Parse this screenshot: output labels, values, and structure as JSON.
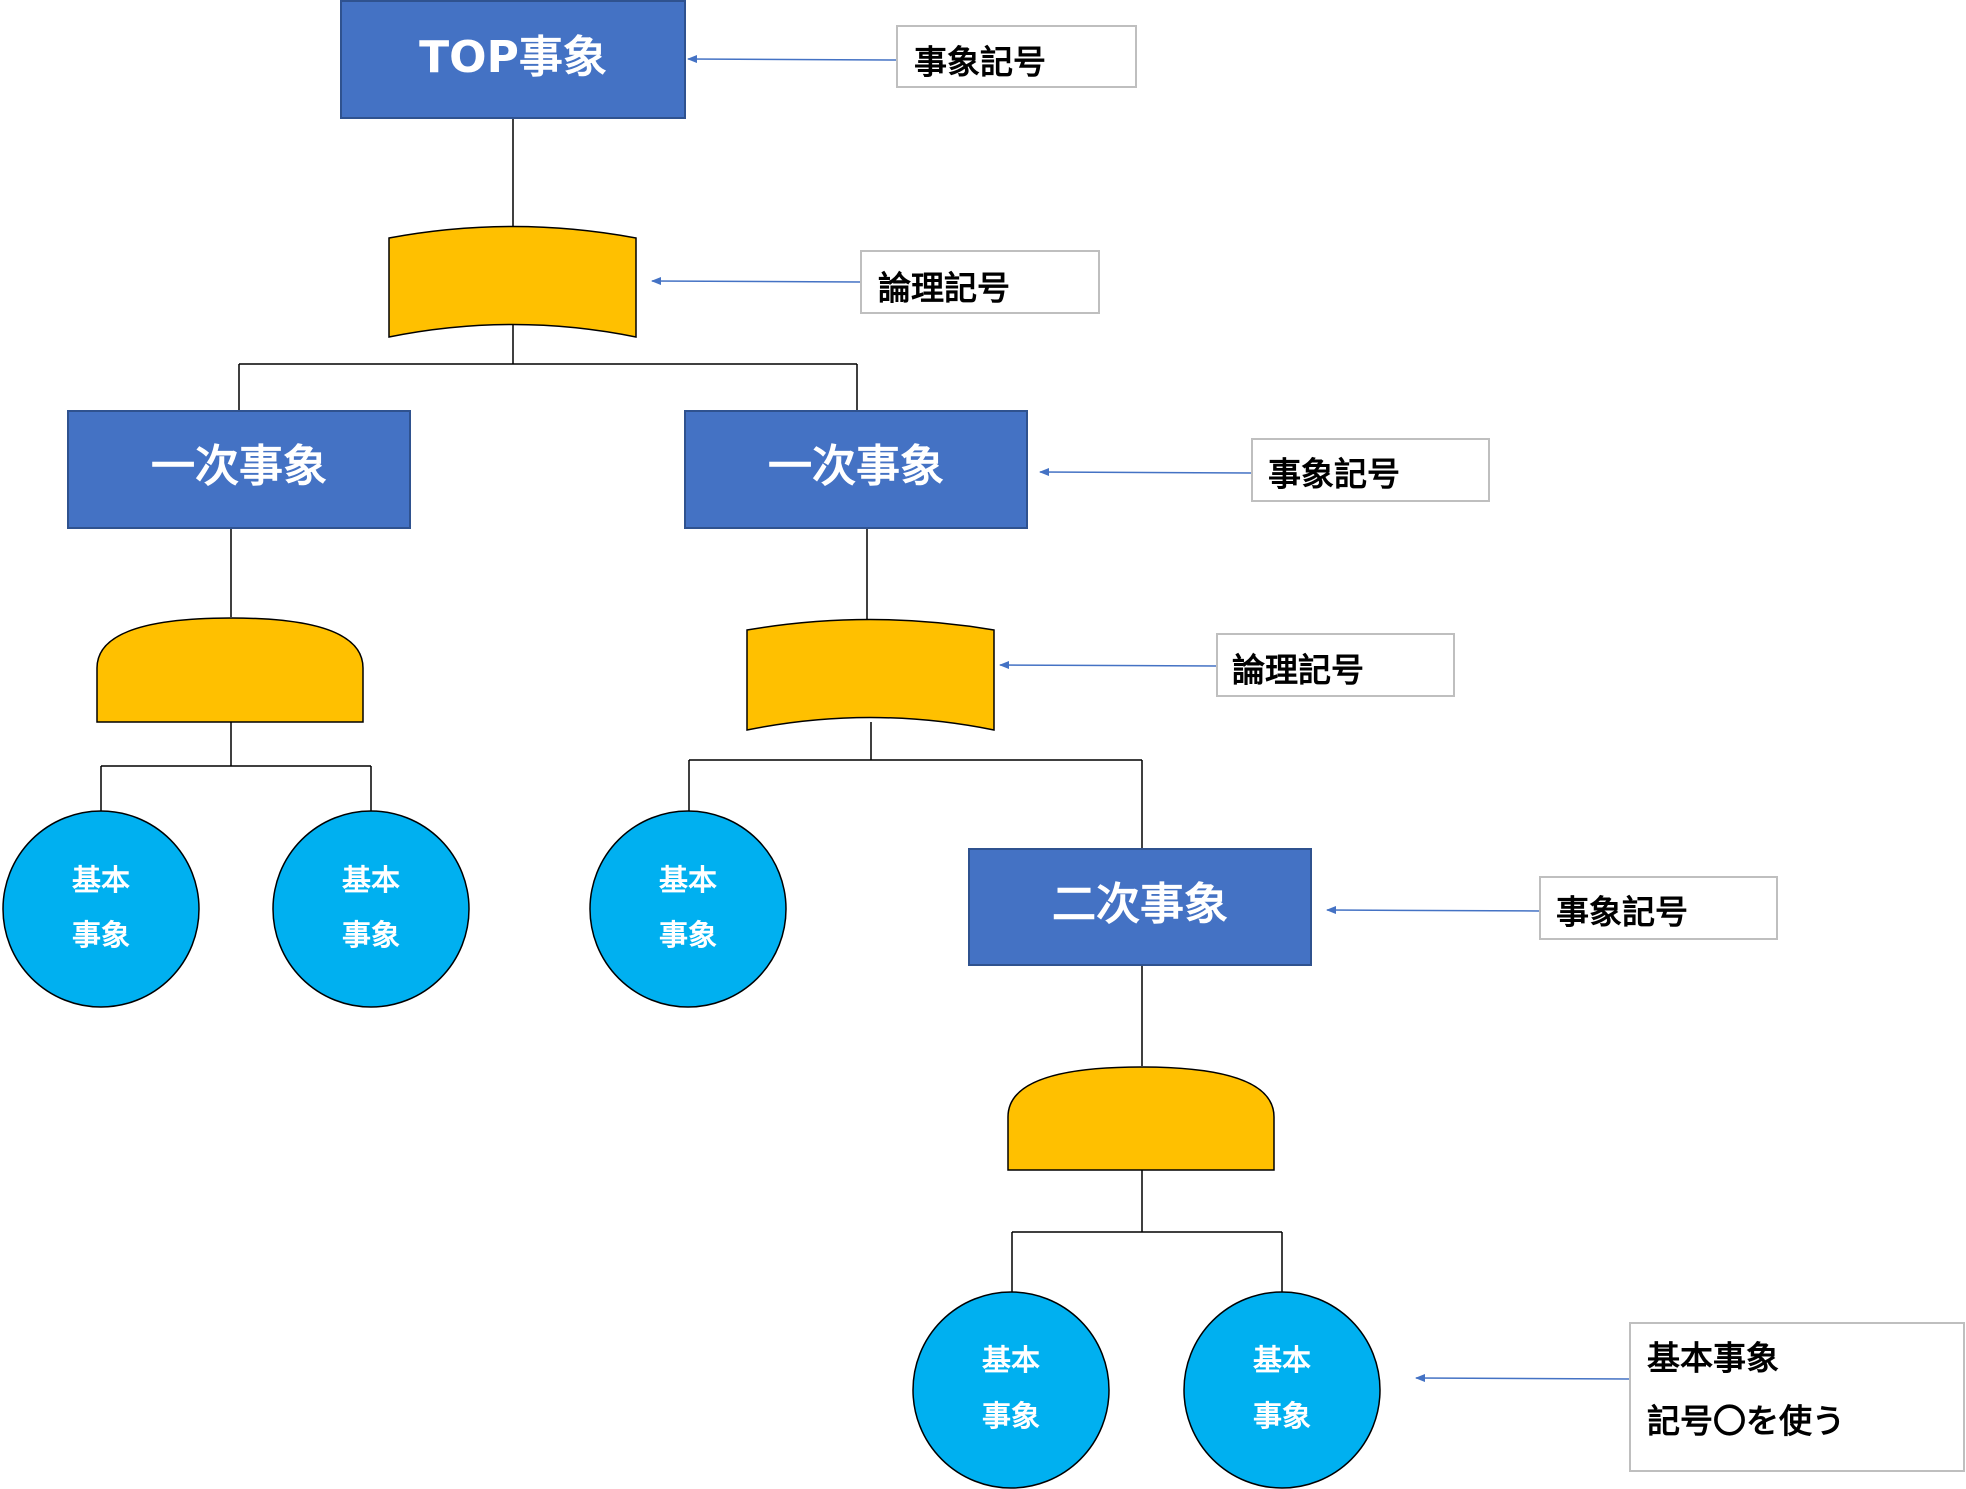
{
  "colors": {
    "event_fill": "#4472c4",
    "event_stroke": "#2f528f",
    "gate_fill": "#ffc000",
    "basic_fill": "#00b0f0",
    "arrow": "#4472c4",
    "note_border": "#bfbfbf"
  },
  "events": {
    "top": "TOP事象",
    "primary_left": "一次事象",
    "primary_right": "一次事象",
    "secondary": "二次事象"
  },
  "basic_event": {
    "line1": "基本",
    "line2": "事象"
  },
  "gates": {
    "top_gate_type": "or-gate",
    "left_gate_type": "and-gate",
    "right_gate_type": "or-gate",
    "bottom_gate_type": "and-gate"
  },
  "annotations": {
    "event_symbol_1": "事象記号",
    "logic_symbol_1": "論理記号",
    "event_symbol_2": "事象記号",
    "logic_symbol_2": "論理記号",
    "event_symbol_3": "事象記号",
    "basic_symbol_line1": "基本事象",
    "basic_symbol_line2": "記号〇を使う"
  }
}
